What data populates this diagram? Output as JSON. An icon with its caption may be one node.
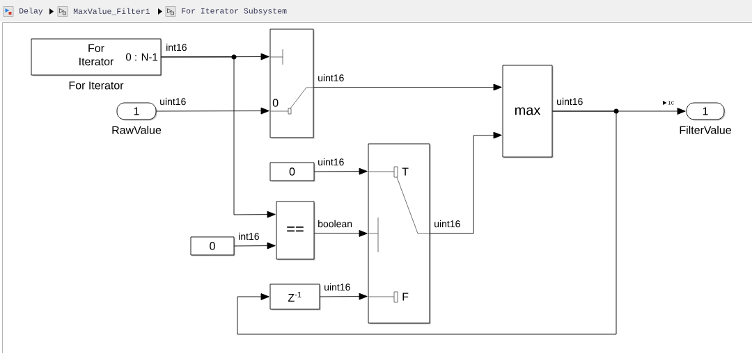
{
  "diagram": {
    "nodes": [
      {
        "text": [
          "For Iterator",
          "0 : N-1"
        ],
        "beside": [
          "For Iterator"
        ]
      },
      {
        "text": [
          "1"
        ],
        "beside": [
          "RawValue"
        ]
      },
      {
        "text": [
          "0"
        ]
      },
      {
        "text": [
          "max"
        ]
      },
      {
        "text": [
          "1"
        ],
        "beside": [
          "FilterValue"
        ]
      },
      {
        "text": [
          "0"
        ]
      },
      {
        "text": [
          "T",
          "F"
        ]
      },
      {
        "text": [
          "=="
        ]
      },
      {
        "text": [
          "0"
        ]
      },
      {
        "text": [
          "Z$^{-1}$"
        ]
      }
    ],
    "edges": [
      {
        "from": 0,
        "to": 2,
        "arrow": "to",
        "label": "int16"
      },
      {
        "from": 0,
        "to": 7,
        "arrow": "to"
      },
      {
        "from": 1,
        "to": 2,
        "arrow": "to",
        "label": "uint16"
      },
      {
        "from": 2,
        "to": 3,
        "arrow": "to",
        "label": "uint16"
      },
      {
        "from": 3,
        "to": 4,
        "arrow": "to",
        "label": "uint16"
      },
      {
        "from": 3,
        "to": 9,
        "arrow": "to"
      },
      {
        "from": 5,
        "to": 6,
        "arrow": "to",
        "label": "uint16"
      },
      {
        "from": 7,
        "to": 6,
        "arrow": "to",
        "label": "boolean"
      },
      {
        "from": 8,
        "to": 7,
        "arrow": "to",
        "label": "int16"
      },
      {
        "from": 9,
        "to": 6,
        "arrow": "to",
        "label": "uint16"
      },
      {
        "from": 6,
        "to": 3,
        "arrow": "to",
        "label": "uint16"
      }
    ],
    "labels": [
      "Delay",
      "MaxValue_Filter1",
      "For Iterator Subsystem",
      "IC"
    ]
  }
}
